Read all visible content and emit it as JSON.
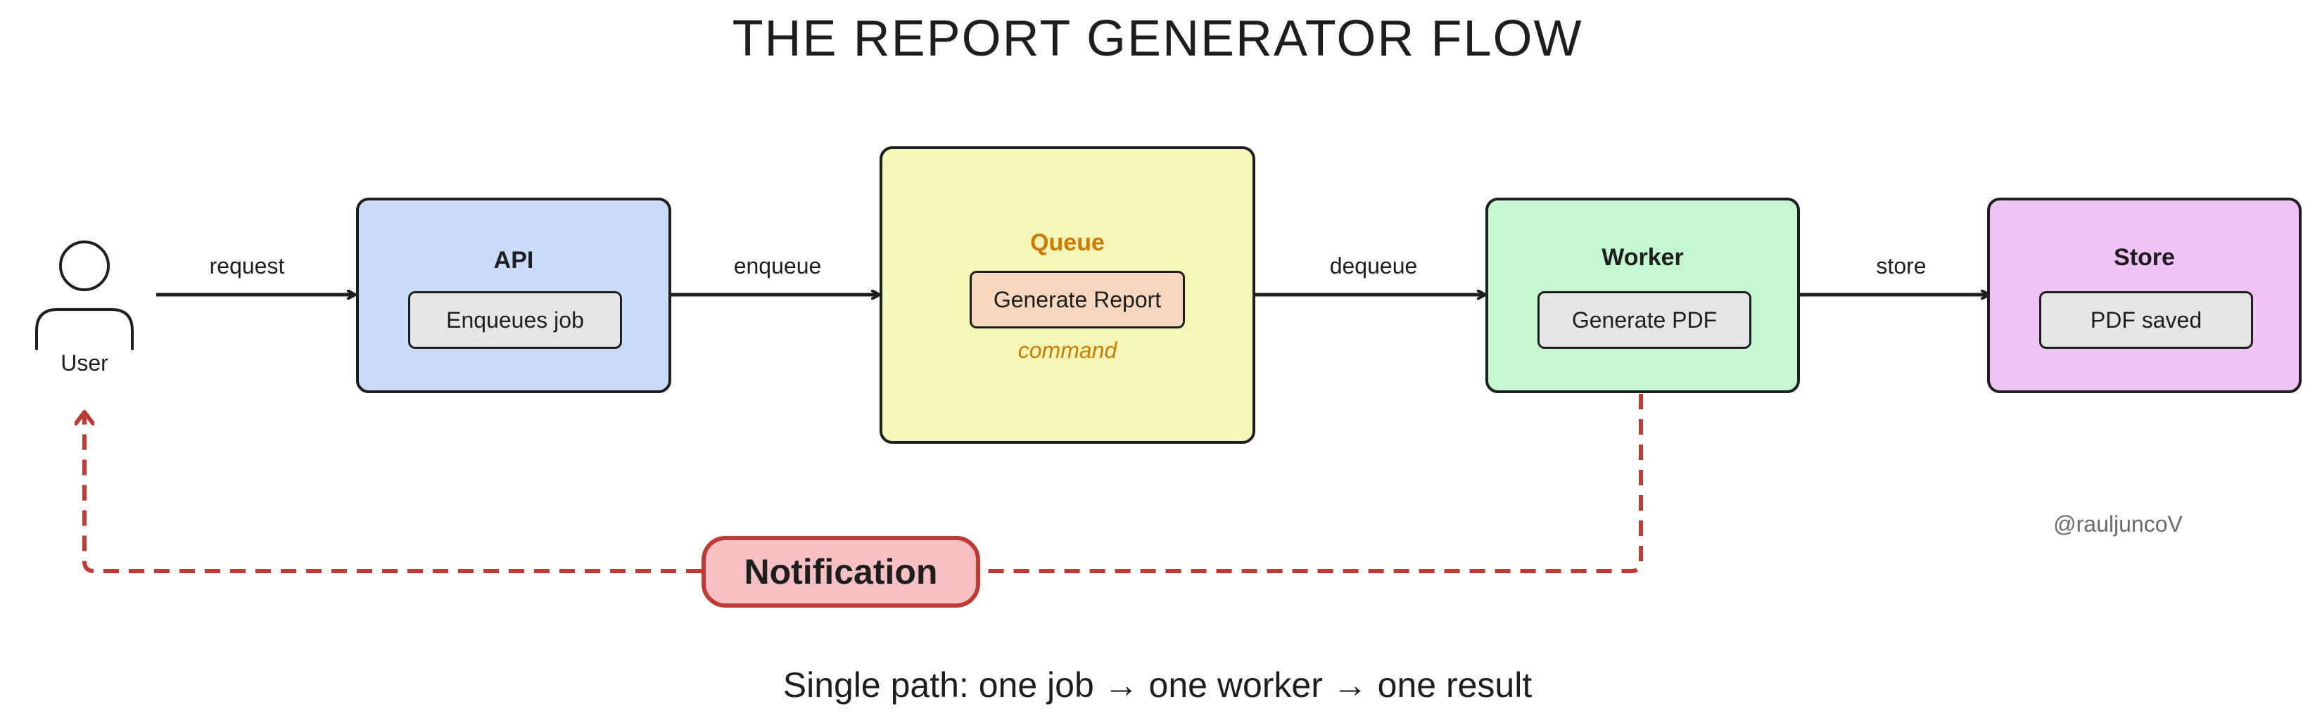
{
  "title": "THE REPORT GENERATOR FLOW",
  "user": {
    "label": "User"
  },
  "edges": {
    "request": "request",
    "enqueue": "enqueue",
    "dequeue": "dequeue",
    "store": "store"
  },
  "nodes": {
    "api": {
      "title": "API",
      "inner": "Enqueues job",
      "fill": "#c9dcf9"
    },
    "queue": {
      "title": "Queue",
      "inner": "Generate Report",
      "caption": "command",
      "fill": "#f6f6b8",
      "title_color": "#cc7a00",
      "inner_fill": "#f9d7bc"
    },
    "worker": {
      "title": "Worker",
      "inner": "Generate PDF",
      "fill": "#c3f7cf"
    },
    "store": {
      "title": "Store",
      "inner": "PDF saved",
      "fill": "#f1c2f6"
    }
  },
  "notification": {
    "label": "Notification",
    "color": "#c03a35"
  },
  "handle": "@rauljuncoV",
  "footer": "Single path: one job → one worker → one result"
}
